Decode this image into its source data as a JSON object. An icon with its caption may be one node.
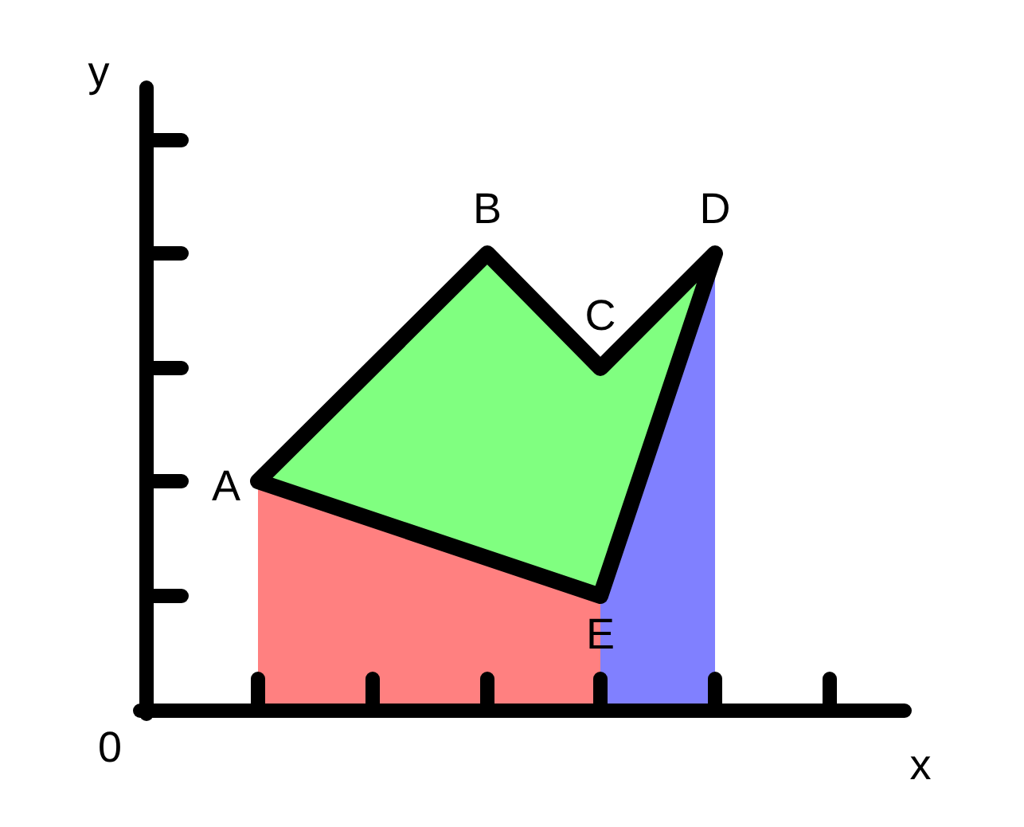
{
  "diagram": {
    "labels": [
      "y",
      "B",
      "D",
      "C",
      "A",
      "E",
      "0",
      "x"
    ]
  }
}
